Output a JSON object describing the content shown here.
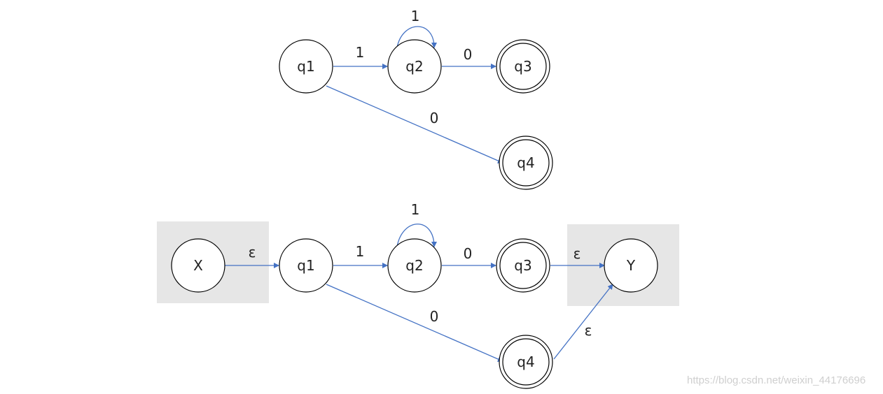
{
  "colors": {
    "edge": "#4472C4",
    "node_stroke": "#000000",
    "box_fill": "#e6e6e6"
  },
  "top": {
    "states": {
      "q1": "q1",
      "q2": "q2",
      "q3": "q3",
      "q4": "q4"
    },
    "edges": {
      "q1_q2": "1",
      "q2_loop": "1",
      "q2_q3": "0",
      "q1_q4": "0"
    }
  },
  "bottom": {
    "states": {
      "x": "X",
      "q1": "q1",
      "q2": "q2",
      "q3": "q3",
      "q4": "q4",
      "y": "Y"
    },
    "edges": {
      "x_q1": "ε",
      "q1_q2": "1",
      "q2_loop": "1",
      "q2_q3": "0",
      "q1_q4": "0",
      "q3_y": "ε",
      "q4_y": "ε"
    }
  },
  "watermark": "https://blog.csdn.net/weixin_44176696"
}
